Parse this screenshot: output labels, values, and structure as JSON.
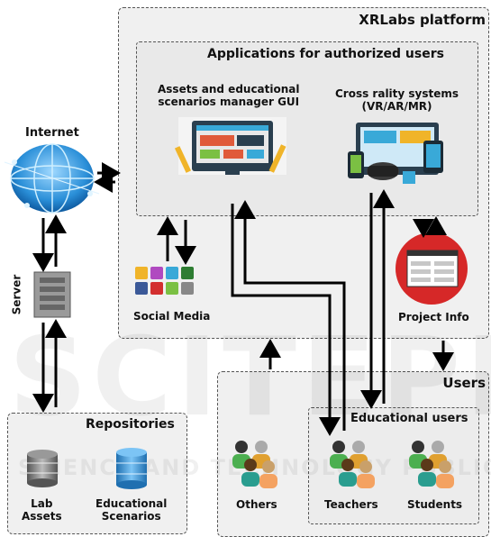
{
  "platform": {
    "title": "XRLabs platform"
  },
  "apps": {
    "title": "Applications for authorized users",
    "assets_gui_label": "Assets and educational\nscenarios manager GUI",
    "xr_label": "Cross rality systems\n(VR/AR/MR)"
  },
  "internet_label": "Internet",
  "server_label": "Server",
  "social_label": "Social Media",
  "project_label": "Project Info",
  "repositories": {
    "title": "Repositories",
    "lab_label": "Lab\nAssets",
    "edu_label": "Educational\nScenarios"
  },
  "users": {
    "title": "Users",
    "others_label": "Others",
    "edu_title": "Educational users",
    "teachers_label": "Teachers",
    "students_label": "Students"
  },
  "watermark": {
    "big": "SCITEPRESS",
    "small": "SCIENCE AND TECHNOLOGY PUBLICATIONS"
  }
}
